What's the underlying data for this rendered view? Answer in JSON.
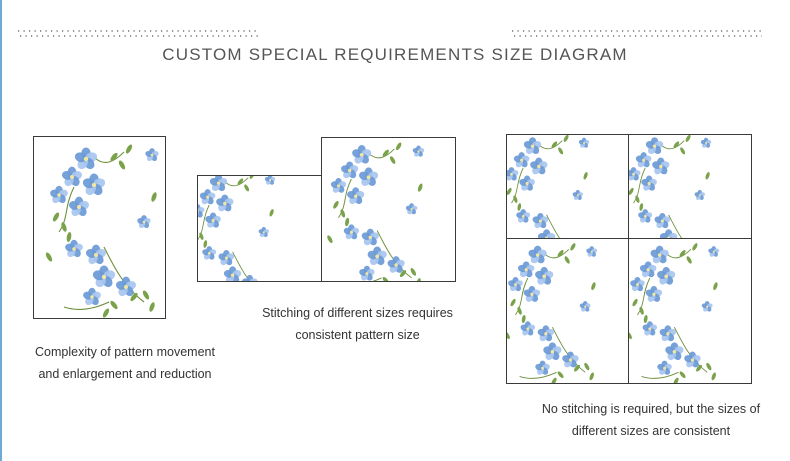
{
  "header": {
    "title": "CUSTOM SPECIAL REQUIREMENTS SIZE DIAGRAM"
  },
  "examples": [
    {
      "caption_line1": "Complexity of pattern movement",
      "caption_line2": "and enlargement and reduction"
    },
    {
      "caption_line1": "Stitching of different sizes requires",
      "caption_line2": "consistent pattern size"
    },
    {
      "caption_line1": "No stitching is required, but the sizes of",
      "caption_line2": "different sizes are consistent"
    }
  ],
  "colors": {
    "flower": "#6b9ad6",
    "flower_light": "#a8c6ef",
    "flower_center": "#f2e6a0",
    "leaf": "#7aa24a",
    "stem": "#6e8f3c",
    "border": "#3a3a3a",
    "accent_rule": "#6fa9d6"
  }
}
